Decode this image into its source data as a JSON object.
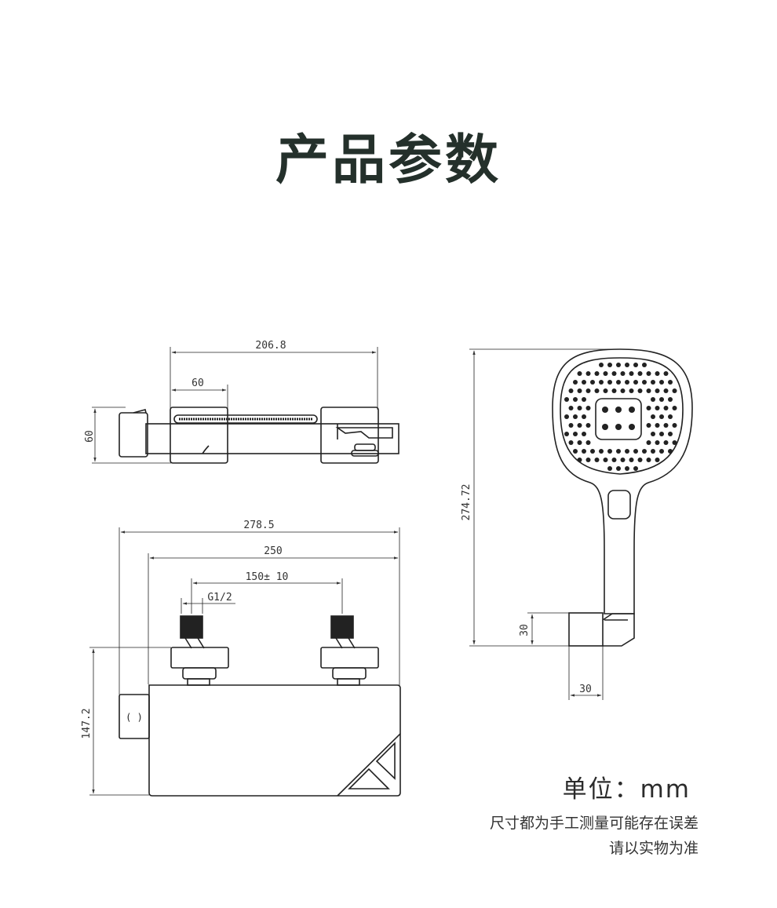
{
  "title": "产品参数",
  "dimensions": {
    "top_width": "206.8",
    "top_inner": "60",
    "top_height": "60",
    "front_width_total": "278.5",
    "front_width_body": "250",
    "front_centers": "150± 10",
    "front_thread": "G1/2",
    "front_height": "147.2",
    "handshower_height": "274.72",
    "handshower_base_h": "30",
    "handshower_base_w": "30"
  },
  "unit": "单位：mm",
  "notes": [
    "尺寸都为手工测量可能存在误差",
    "请以实物为准"
  ]
}
